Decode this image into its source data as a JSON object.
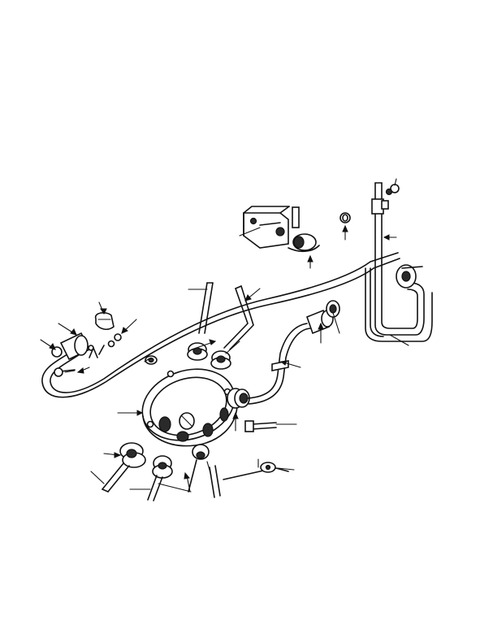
{
  "figure": {
    "callouts": [
      {
        "id": "c1",
        "label": ""
      },
      {
        "id": "c2",
        "label": ""
      },
      {
        "id": "c3",
        "label": ""
      },
      {
        "id": "c4",
        "label": ""
      },
      {
        "id": "c5",
        "label": ""
      },
      {
        "id": "c6",
        "label": ""
      },
      {
        "id": "c7",
        "label": ""
      },
      {
        "id": "c8",
        "label": ""
      }
    ]
  }
}
